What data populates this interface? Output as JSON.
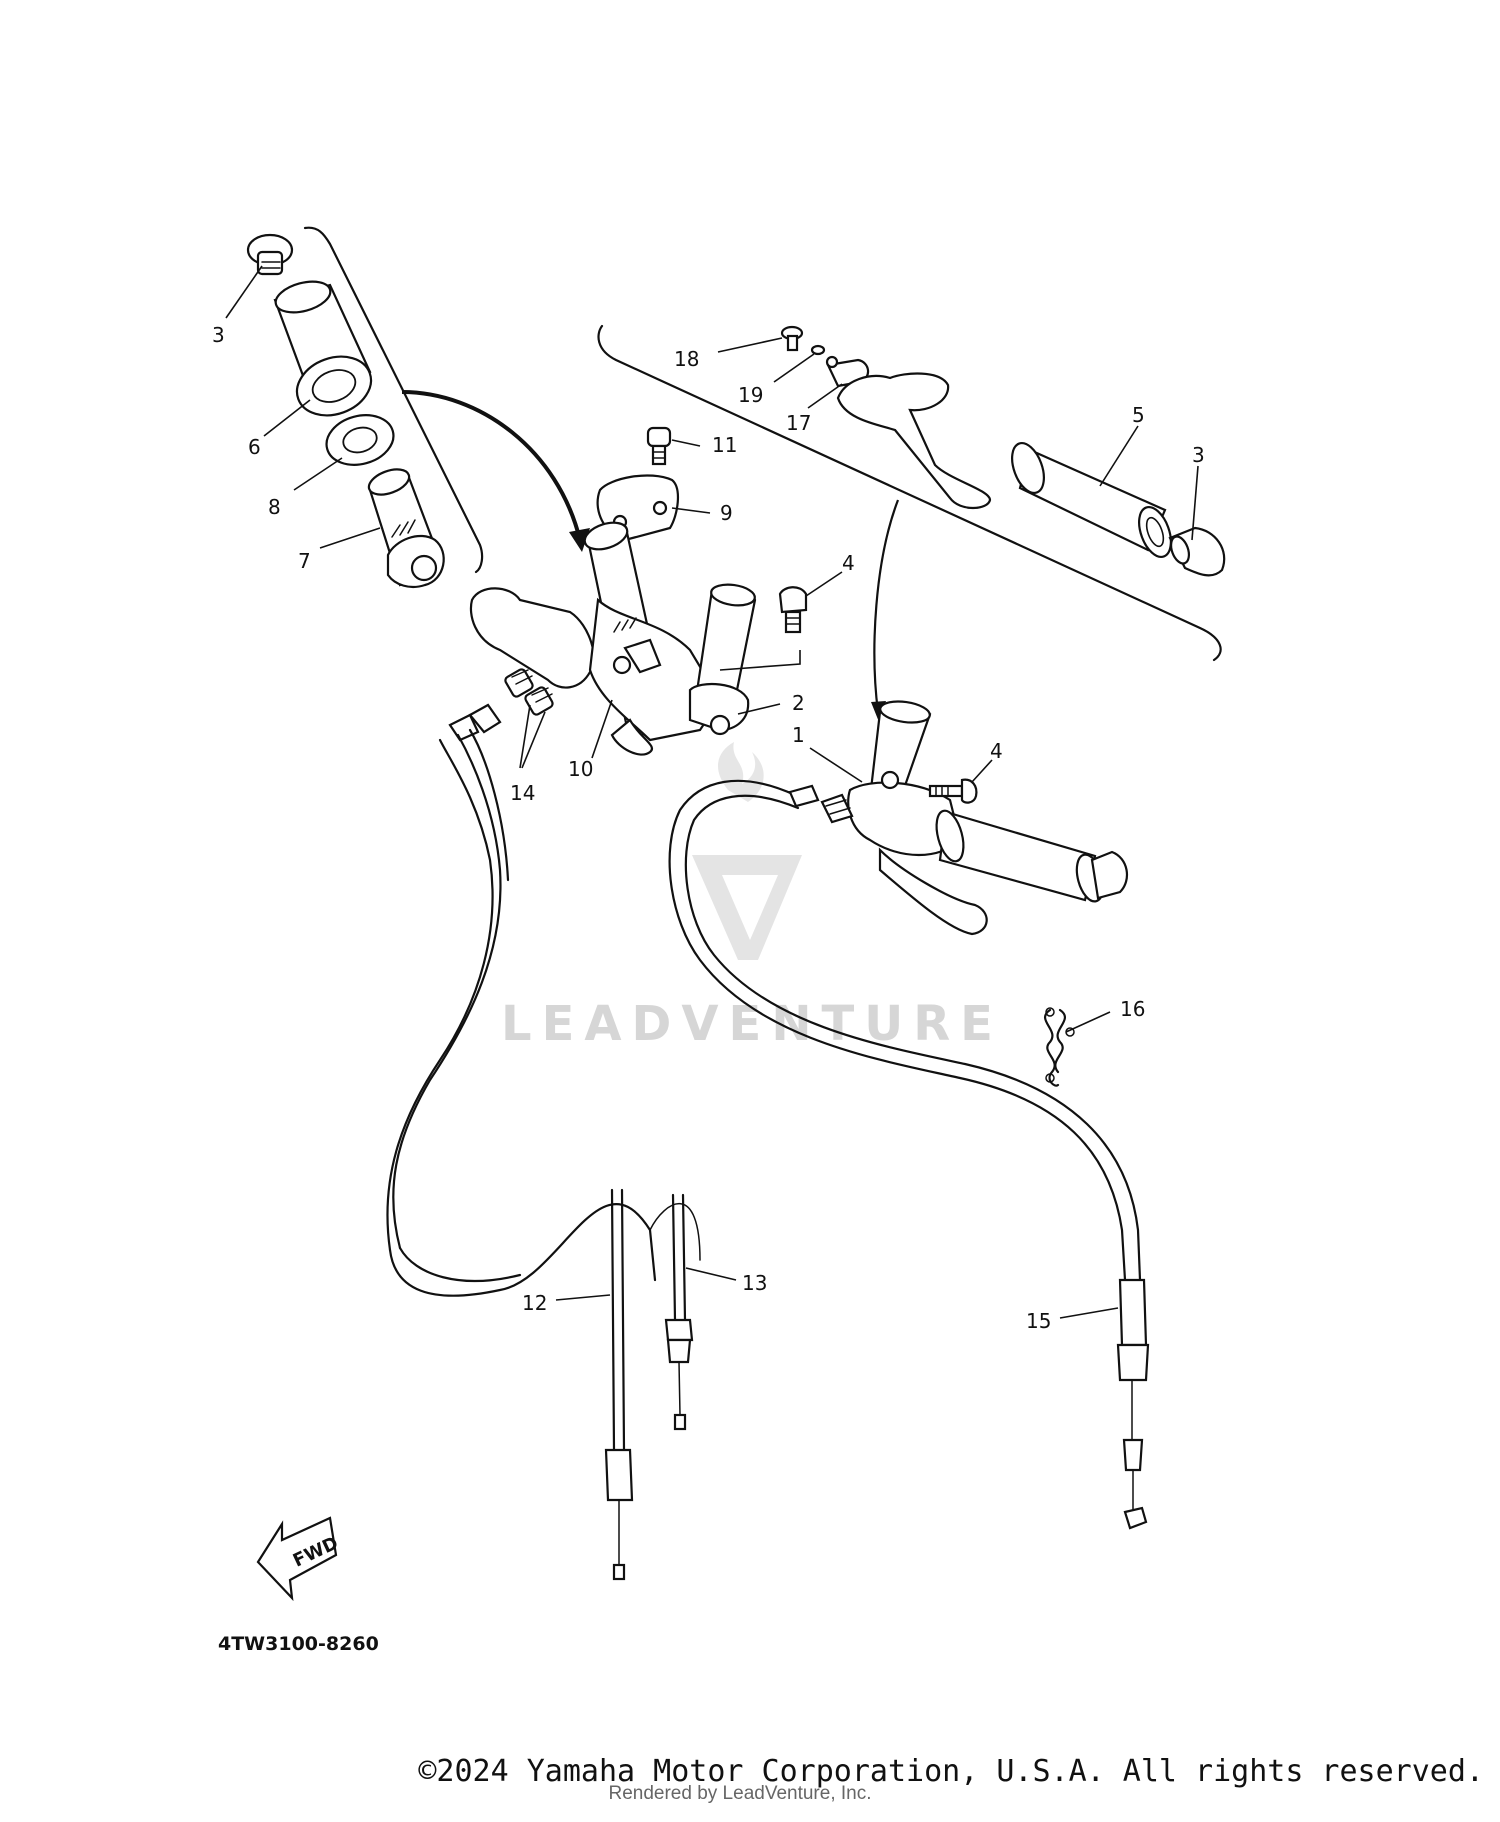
{
  "diagram": {
    "callouts": [
      {
        "id": "c3a",
        "text": "3"
      },
      {
        "id": "c6",
        "text": "6"
      },
      {
        "id": "c8",
        "text": "8"
      },
      {
        "id": "c7",
        "text": "7"
      },
      {
        "id": "c18",
        "text": "18"
      },
      {
        "id": "c19",
        "text": "19"
      },
      {
        "id": "c17",
        "text": "17"
      },
      {
        "id": "c5",
        "text": "5"
      },
      {
        "id": "c3b",
        "text": "3"
      },
      {
        "id": "c11",
        "text": "11"
      },
      {
        "id": "c9",
        "text": "9"
      },
      {
        "id": "c4a",
        "text": "4"
      },
      {
        "id": "c2",
        "text": "2"
      },
      {
        "id": "c1",
        "text": "1"
      },
      {
        "id": "c4b",
        "text": "4"
      },
      {
        "id": "c10",
        "text": "10"
      },
      {
        "id": "c14",
        "text": "14"
      },
      {
        "id": "c16",
        "text": "16"
      },
      {
        "id": "c12",
        "text": "12"
      },
      {
        "id": "c13",
        "text": "13"
      },
      {
        "id": "c15",
        "text": "15"
      }
    ],
    "fwd_label": "FWD",
    "diagram_code": "4TW3100-8260",
    "watermark": "LEADVENTURE"
  },
  "footer": {
    "copyright": "©2024 Yamaha Motor Corporation, U.S.A. All rights reserved.",
    "rendered_by": "Rendered by LeadVenture, Inc."
  }
}
